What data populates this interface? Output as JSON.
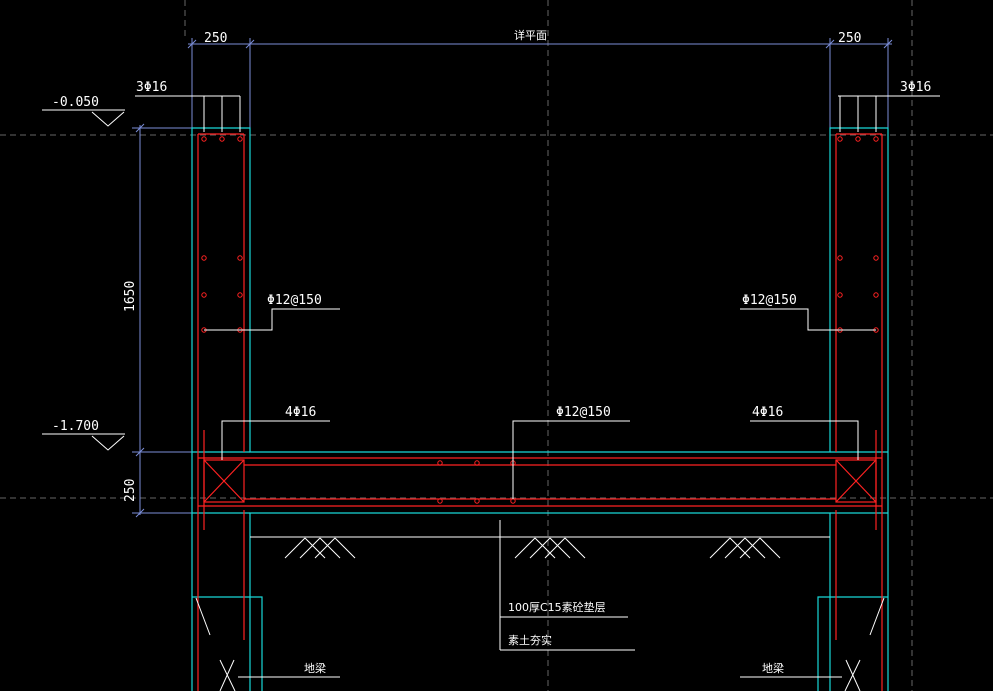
{
  "colors": {
    "background": "#000000",
    "dimension": "#7b8ed8",
    "wall_outline": "#18d8d8",
    "rebar": "#ff2222",
    "text": "#ffffff",
    "grid": "#666666"
  },
  "dimensions": {
    "left_width": "250",
    "middle_span": "详平面",
    "right_width": "250",
    "wall_height": "1650",
    "slab_thickness": "250"
  },
  "elevations": {
    "top": "-0.050",
    "bottom": "-1.700"
  },
  "rebar_labels": {
    "top_left": "3Φ16",
    "top_right": "3Φ16",
    "wall_left": "Φ12@150",
    "wall_right": "Φ12@150",
    "beam_left": "4Φ16",
    "beam_middle": "Φ12@150",
    "beam_right": "4Φ16"
  },
  "notes": {
    "cushion": "100厚C15素砼垫层",
    "soil": "素土夯实",
    "ground_beam_left": "地梁",
    "ground_beam_right": "地梁"
  }
}
